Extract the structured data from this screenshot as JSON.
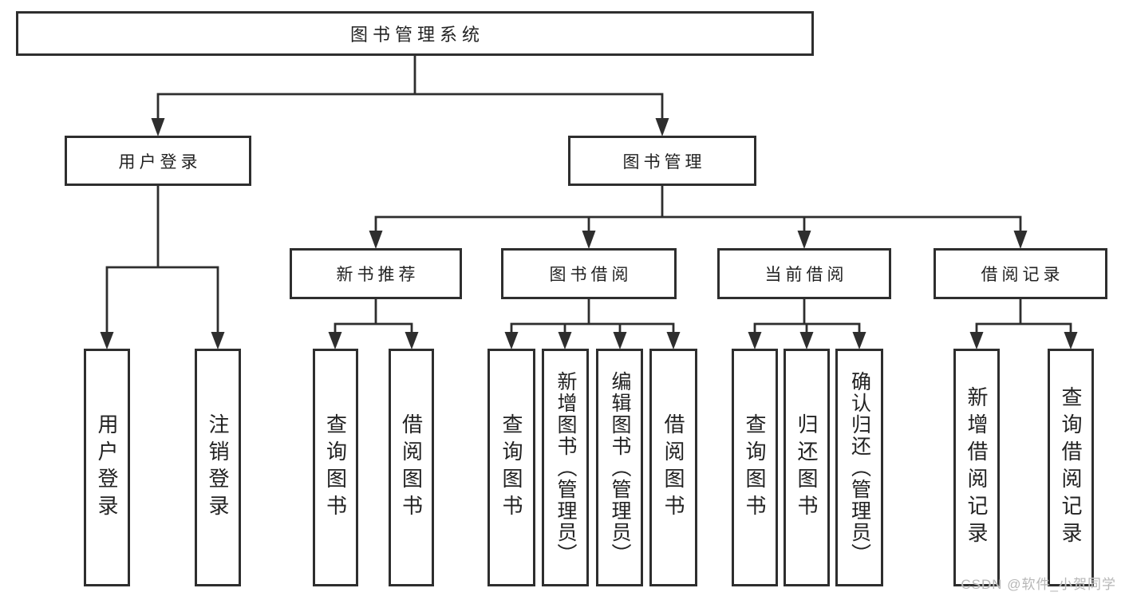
{
  "watermark": {
    "text": "CSDN @软件_小贺同学"
  },
  "colors": {
    "line": "#2e2e2e",
    "box_border": "#2e2e2e",
    "text": "#222222",
    "background": "#ffffff",
    "watermark": "#b7b7b7"
  },
  "tree": {
    "label": "图书管理系统",
    "children": [
      {
        "label": "用户登录",
        "children": [
          {
            "label": "用户登录"
          },
          {
            "label": "注销登录"
          }
        ]
      },
      {
        "label": "图书管理",
        "children": [
          {
            "label": "新书推荐",
            "children": [
              {
                "label": "查询图书"
              },
              {
                "label": "借阅图书"
              }
            ]
          },
          {
            "label": "图书借阅",
            "children": [
              {
                "label": "查询图书"
              },
              {
                "label": "新增图书（管理员）"
              },
              {
                "label": "编辑图书（管理员）"
              },
              {
                "label": "借阅图书"
              }
            ]
          },
          {
            "label": "当前借阅",
            "children": [
              {
                "label": "查询图书"
              },
              {
                "label": "归还图书"
              },
              {
                "label": "确认归还（管理员）"
              }
            ]
          },
          {
            "label": "借阅记录",
            "children": [
              {
                "label": "新增借阅记录"
              },
              {
                "label": "查询借阅记录"
              }
            ]
          }
        ]
      }
    ]
  }
}
